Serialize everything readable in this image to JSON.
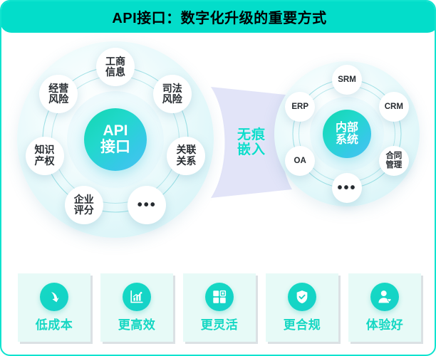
{
  "header": {
    "title": "API接口：数字化升级的重要方式",
    "bg_color": "#03ddca",
    "text_color": "#000000"
  },
  "connector": {
    "label_line1": "无痕",
    "label_line2": "嵌入",
    "fill_color": "#e2e4f8",
    "text_color": "#0ddccb"
  },
  "left_group": {
    "core": {
      "line1": "API",
      "line2": "接口"
    },
    "nodes": [
      {
        "name": "gongshang-xinxi",
        "line1": "工商",
        "line2": "信息"
      },
      {
        "name": "sifa-fengxian",
        "line1": "司法",
        "line2": "风险"
      },
      {
        "name": "guanlian-guanxi",
        "line1": "关联",
        "line2": "关系"
      },
      {
        "name": "ellipsis",
        "line1": "•••",
        "line2": ""
      },
      {
        "name": "qiye-pingfen",
        "line1": "企业",
        "line2": "评分"
      },
      {
        "name": "zhishi-chanquan",
        "line1": "知识",
        "line2": "产权"
      },
      {
        "name": "jingying-fengxian",
        "line1": "经营",
        "line2": "风险"
      }
    ]
  },
  "right_group": {
    "core": {
      "line1": "内部",
      "line2": "系统"
    },
    "nodes": [
      {
        "name": "srm",
        "line1": "SRM",
        "line2": ""
      },
      {
        "name": "crm",
        "line1": "CRM",
        "line2": ""
      },
      {
        "name": "hetong-guanli",
        "line1": "合同",
        "line2": "管理"
      },
      {
        "name": "ellipsis",
        "line1": "•••",
        "line2": ""
      },
      {
        "name": "oa",
        "line1": "OA",
        "line2": ""
      },
      {
        "name": "erp",
        "line1": "ERP",
        "line2": ""
      }
    ]
  },
  "benefit_cards": [
    {
      "icon": "arrow-down-icon",
      "label": "低成本"
    },
    {
      "icon": "bar-chart-icon",
      "label": "更高效"
    },
    {
      "icon": "grid-icon",
      "label": "更灵活"
    },
    {
      "icon": "shield-check-icon",
      "label": "更合规"
    },
    {
      "icon": "user-heart-icon",
      "label": "体验好"
    }
  ],
  "theme": {
    "accent": "#15d7c3",
    "card_bg": "#e7faf7",
    "node_text": "#262b30"
  }
}
